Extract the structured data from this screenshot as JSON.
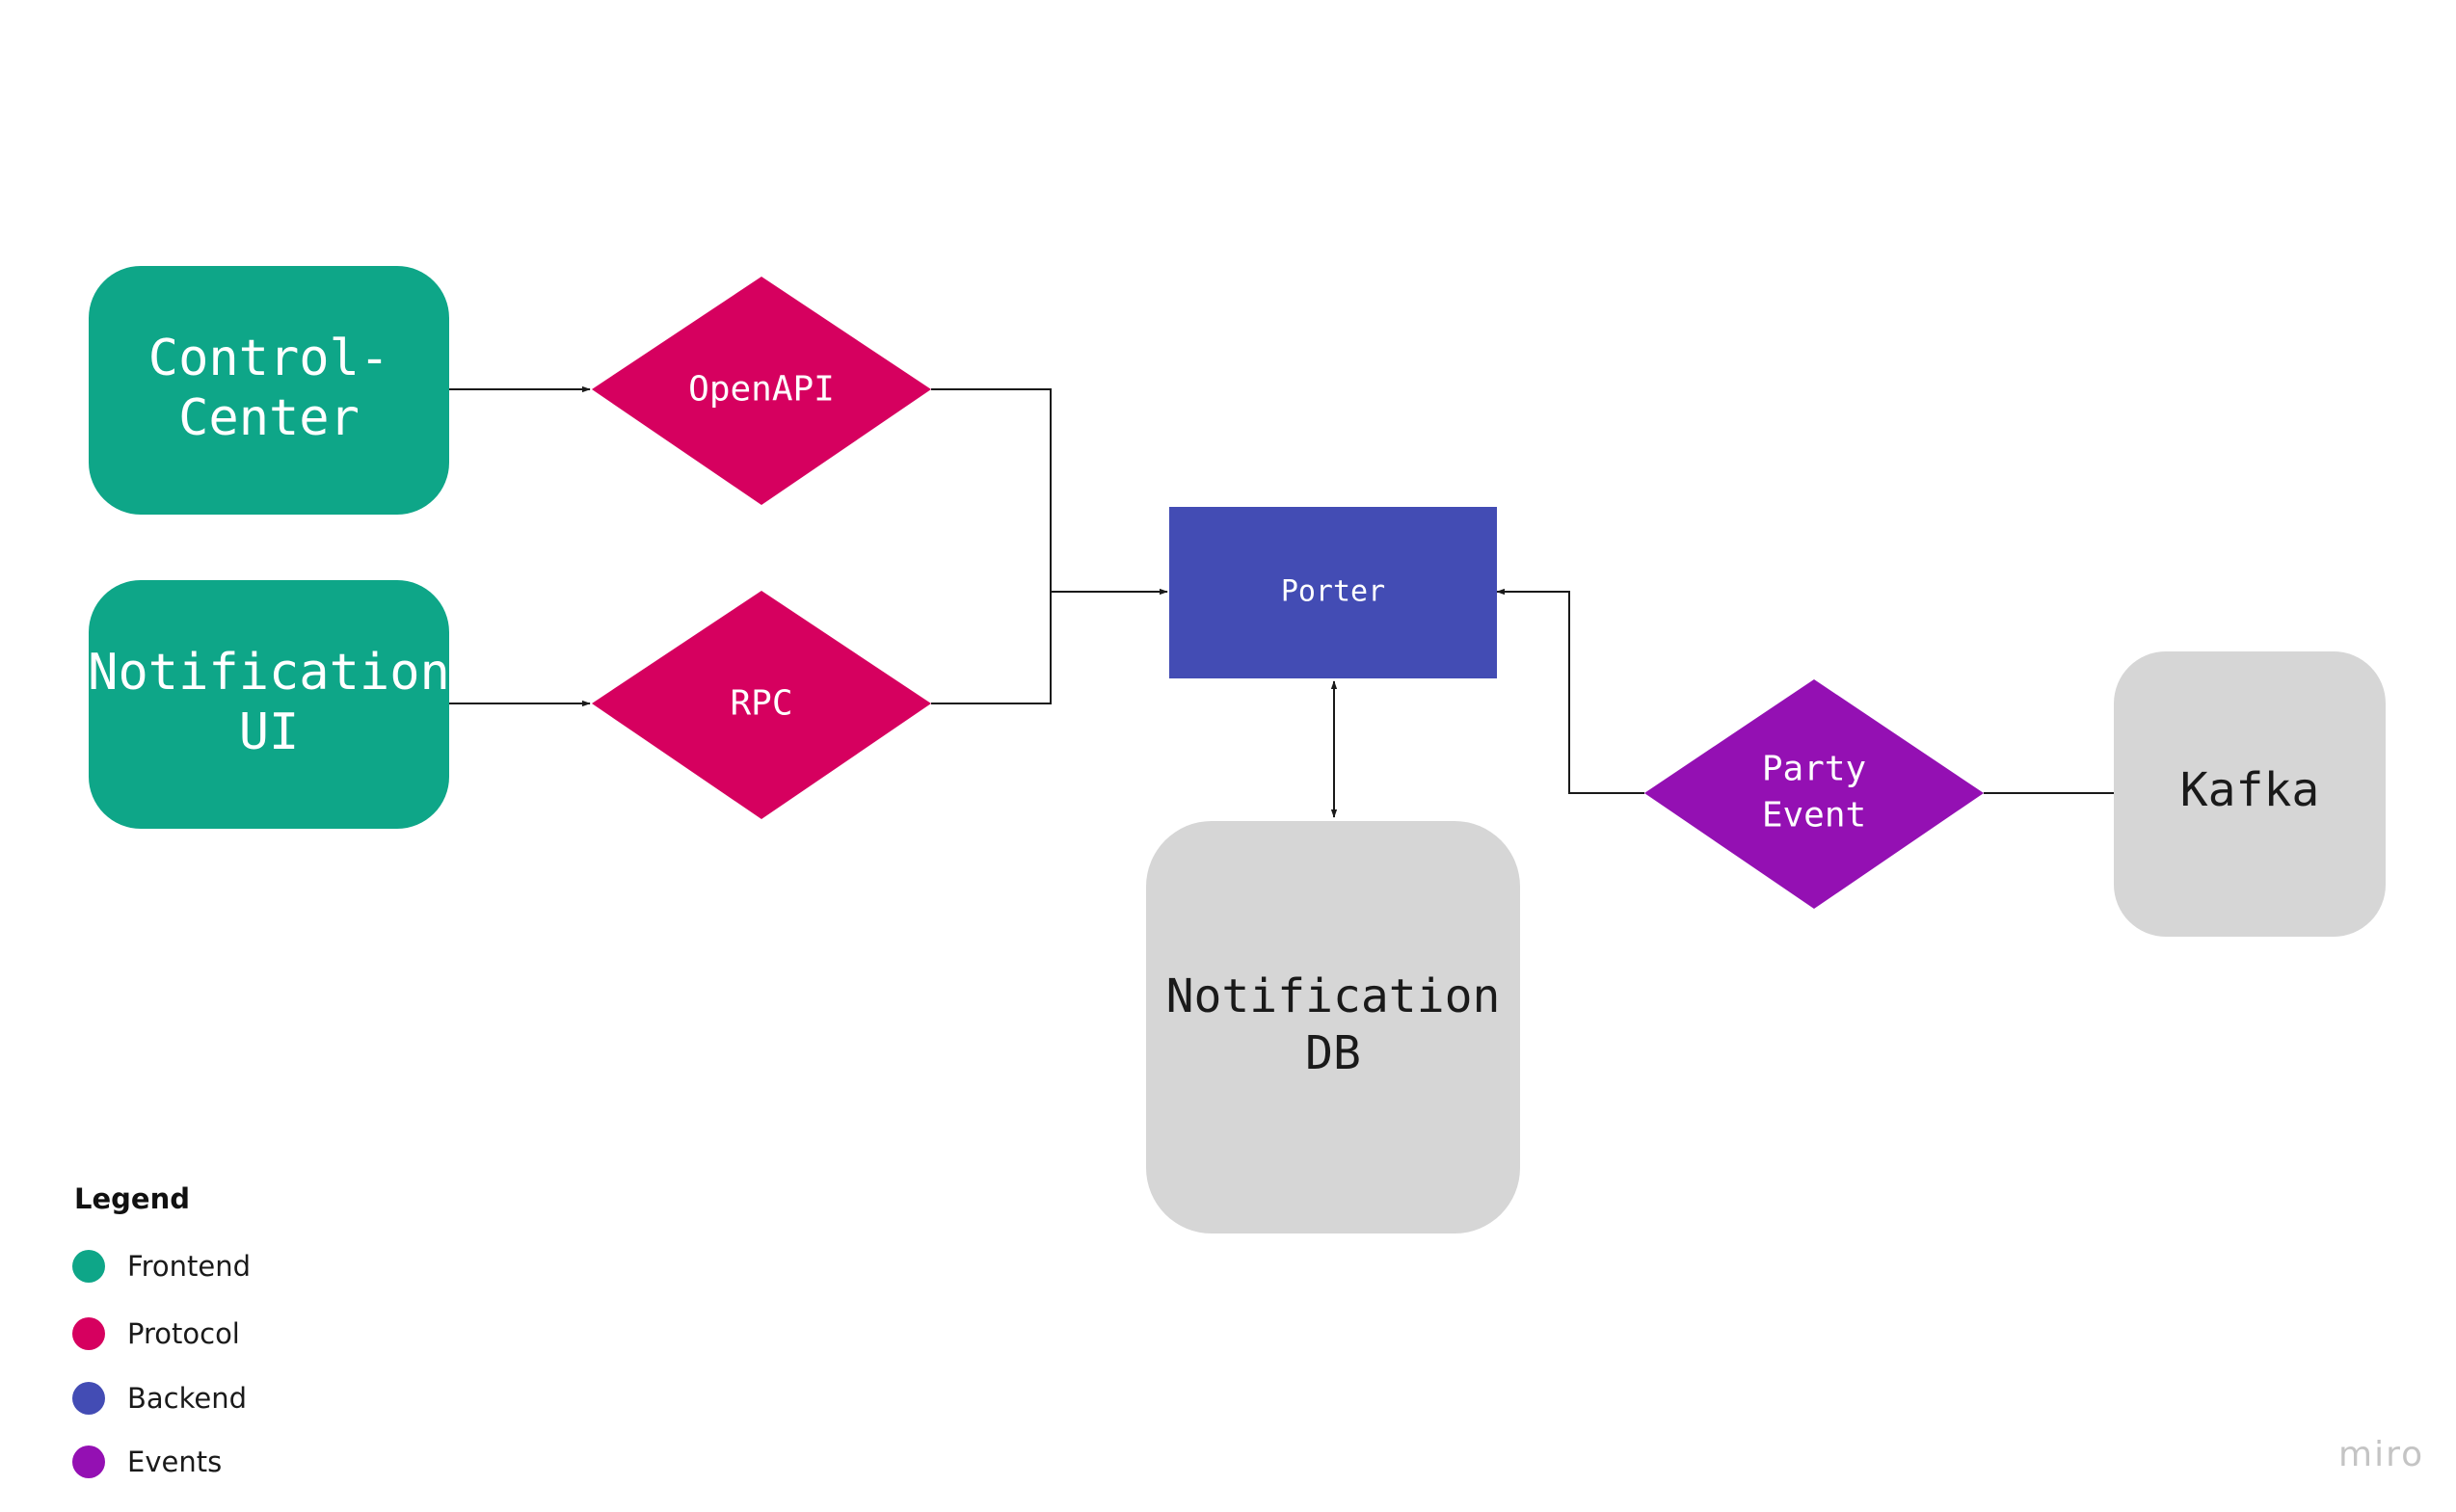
{
  "colors": {
    "frontend": "#0ea688",
    "protocol": "#d6005f",
    "backend": "#434cb4",
    "events": "#9410b3",
    "storage": "#d6d6d6",
    "light_text": "#ffffff",
    "dark_text": "#1a1a1a",
    "edge": "#1a1a1a"
  },
  "nodes": {
    "control_center": {
      "line1": "Control-",
      "line2": "Center"
    },
    "notification_ui": {
      "line1": "Notification",
      "line2": "UI"
    },
    "openapi": {
      "label": "OpenAPI"
    },
    "rpc": {
      "label": "RPC"
    },
    "porter": {
      "label": "Porter"
    },
    "notification_db": {
      "line1": "Notification",
      "line2": "DB"
    },
    "party_event": {
      "line1": "Party",
      "line2": "Event"
    },
    "kafka": {
      "label": "Kafka"
    }
  },
  "legend": {
    "title": "Legend",
    "items": [
      {
        "label": "Frontend",
        "color": "#0ea688"
      },
      {
        "label": "Protocol",
        "color": "#d6005f"
      },
      {
        "label": "Backend",
        "color": "#434cb4"
      },
      {
        "label": "Events",
        "color": "#9410b3"
      }
    ]
  },
  "watermark": "miro"
}
